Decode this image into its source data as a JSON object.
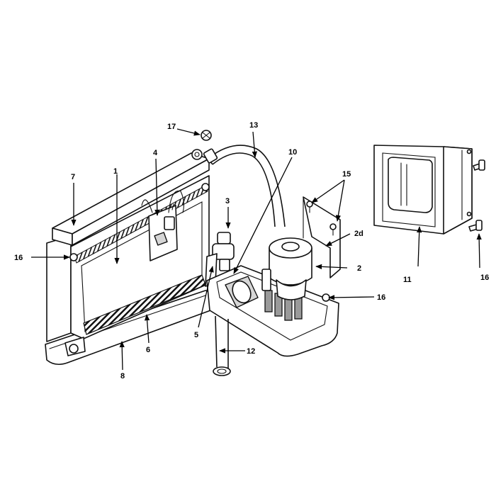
{
  "callouts": {
    "c1": "1",
    "c2": "2",
    "c2d": "2d",
    "c3": "3",
    "c4": "4",
    "c5": "5",
    "c6": "6",
    "c7": "7",
    "c8": "8",
    "c10": "10",
    "c11": "11",
    "c12": "12",
    "c13": "13",
    "c15": "15",
    "c16a": "16",
    "c16b": "16",
    "c16c": "16",
    "c17": "17"
  }
}
